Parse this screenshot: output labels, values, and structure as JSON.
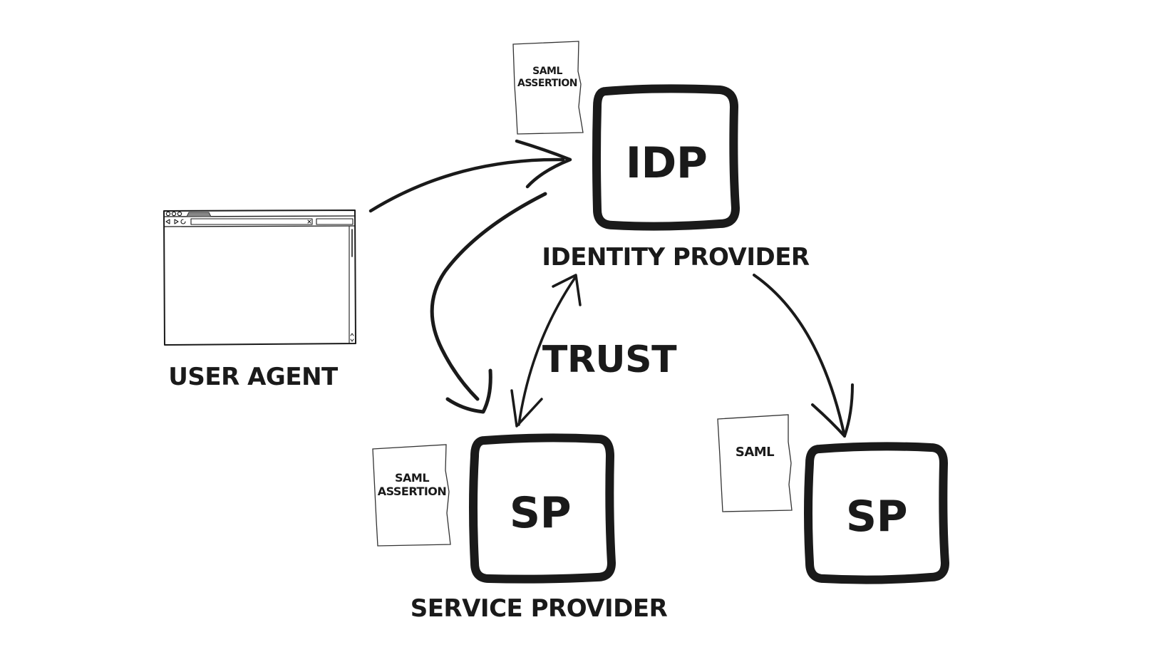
{
  "nodes": {
    "idp": {
      "box_label": "IDP",
      "caption": "IDENTITY PROVIDER"
    },
    "sp_main": {
      "box_label": "SP",
      "caption": "SERVICE PROVIDER"
    },
    "sp_second": {
      "box_label": "SP"
    },
    "user_agent": {
      "caption": "USER AGENT"
    }
  },
  "documents": {
    "idp_doc": {
      "line1": "SAML",
      "line2": "ASSERTION"
    },
    "sp_doc": {
      "line1": "SAML",
      "line2": "ASSERTION"
    },
    "sp2_doc": {
      "line1": "SAML"
    }
  },
  "edges": {
    "trust_label": "TRUST"
  },
  "colors": {
    "ink": "#1a1a1a",
    "paper": "#ffffff"
  }
}
